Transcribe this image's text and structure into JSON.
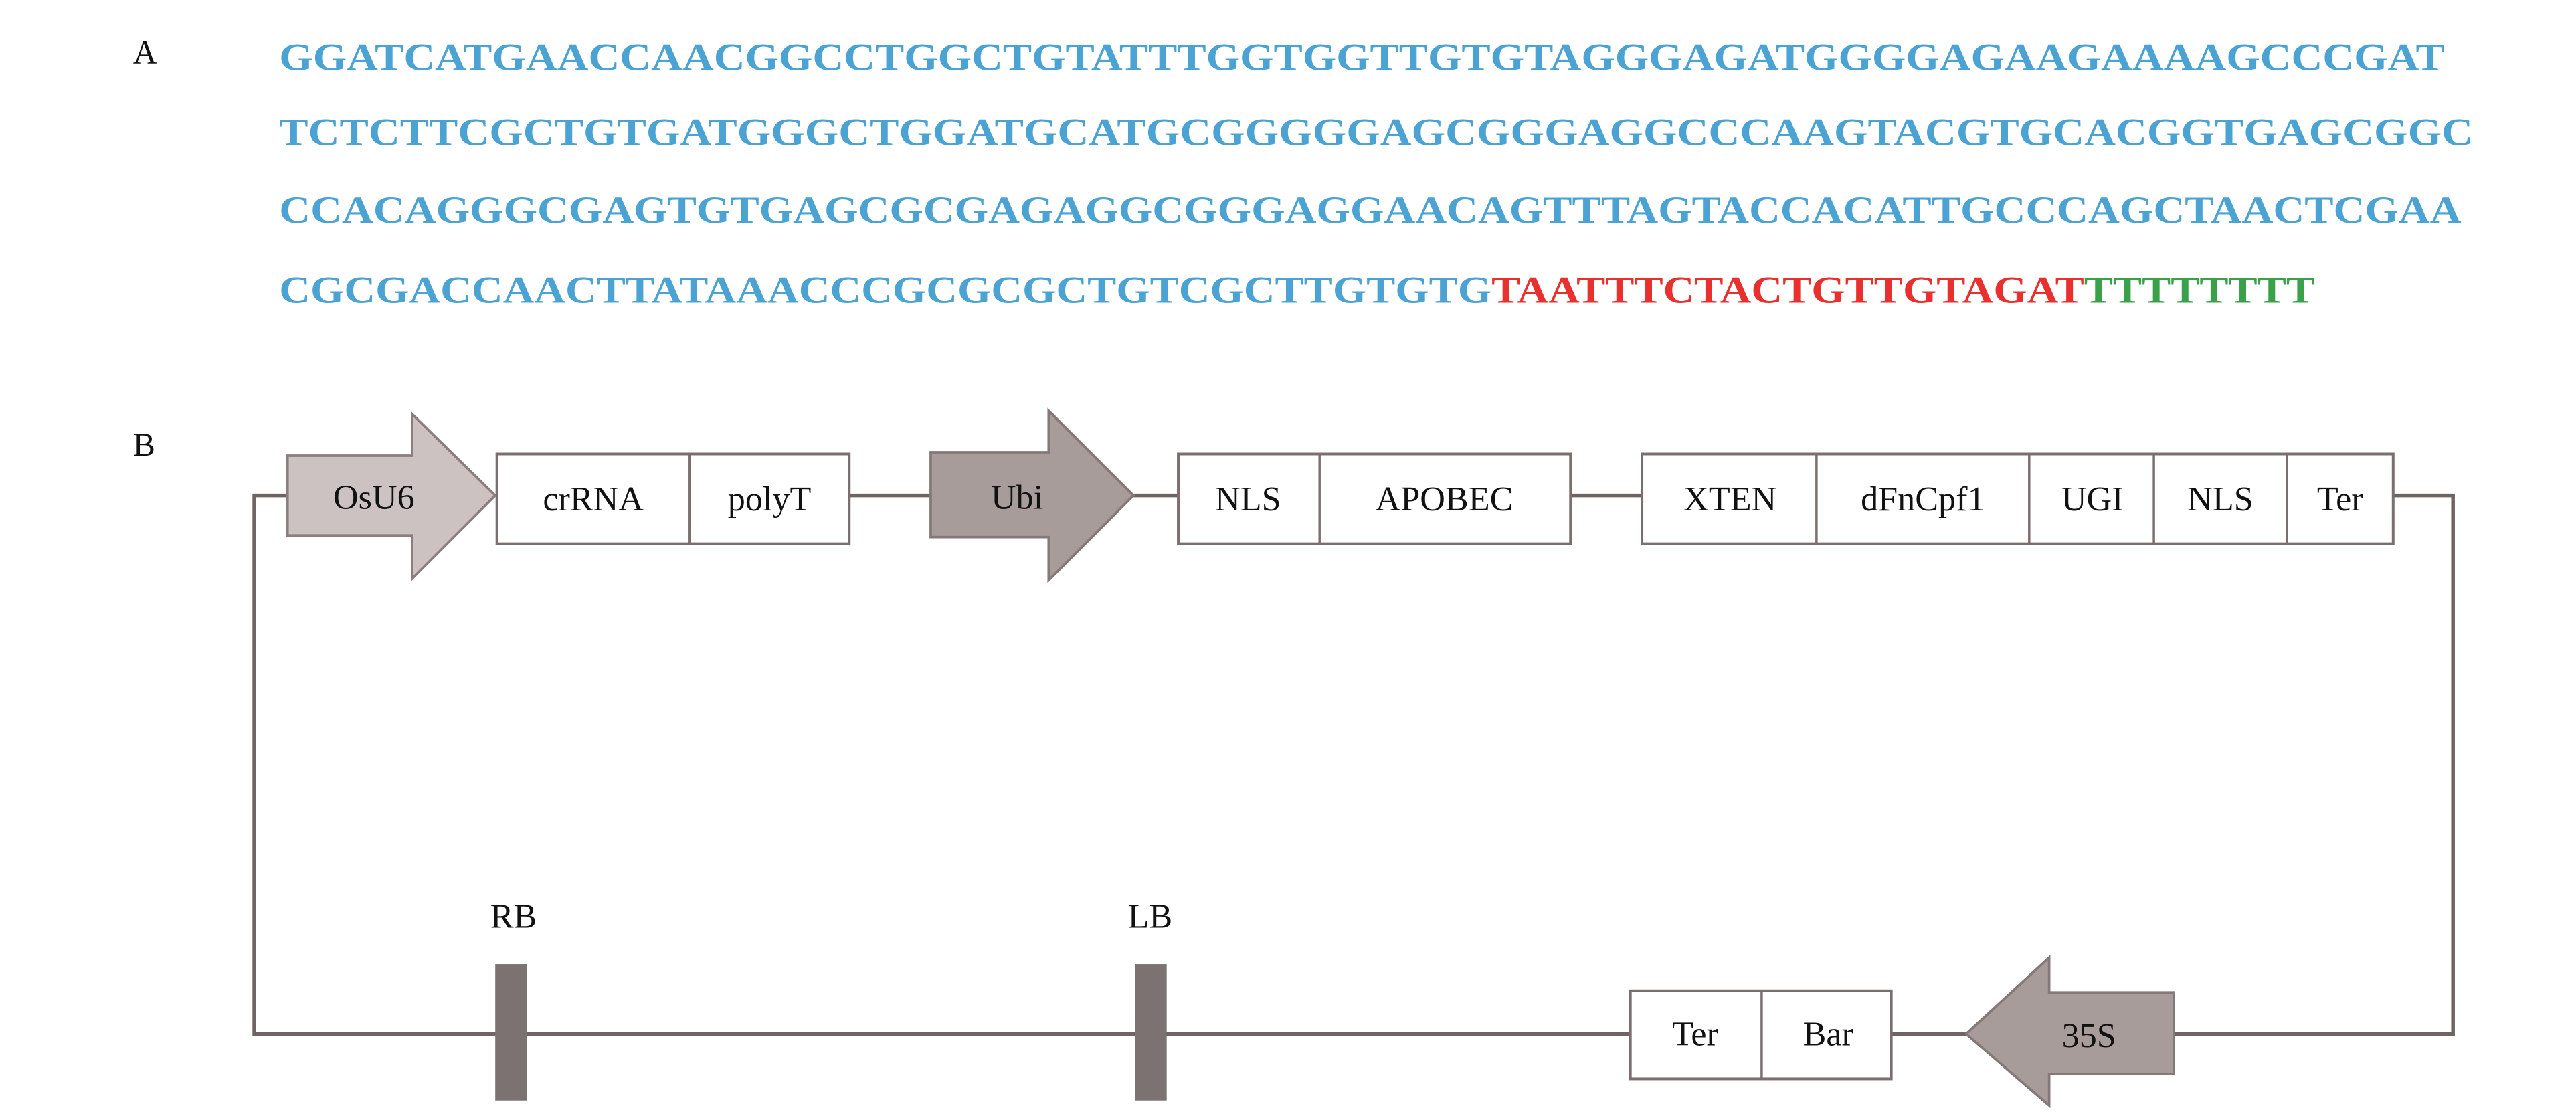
{
  "figure": {
    "panel_a_label": "A",
    "panel_b_label": "B"
  },
  "colors": {
    "sequence_blue": "#4ba3d3",
    "sequence_red": "#e8312f",
    "sequence_green": "#3aa04a",
    "promoter_light": "#cbc2c1",
    "promoter_dark": "#a89c9b",
    "line": "#6e6464",
    "border_block": "#7a6e6e"
  },
  "sequence": {
    "lines": [
      [
        {
          "text": "GGATCATGAACCAACGGCCTGGCTGTATTTGGTGGTTGTGTAGGGAGATGGGGAGAAGAAAAGCCCGAT",
          "color": "blue"
        }
      ],
      [
        {
          "text": "TCTCTTCGCTGTGATGGGCTGGATGCATGCGGGGGAGCGGGAGGCCCAAGTACGTGCACGGTGAGCGGC",
          "color": "blue"
        }
      ],
      [
        {
          "text": "CCACAGGGCGAGTGTGAGCGCGAGAGGCGGGAGGAACAGTTTAGTACCACATTGCCCAGCTAACTCGAA",
          "color": "blue"
        }
      ],
      [
        {
          "text": "CGCGACCAACTTATAAACCCGCGCGCTGTCGCTTGTGTG",
          "color": "blue"
        },
        {
          "text": "TAATTTCTACTGTTGTAGAT",
          "color": "red"
        },
        {
          "text": "TTTTTTTT",
          "color": "green"
        }
      ]
    ]
  },
  "construct": {
    "top_row": {
      "promoter_1": "OsU6",
      "cassette_1": [
        "crRNA",
        "polyT"
      ],
      "promoter_2": "Ubi",
      "cassette_2": [
        "NLS",
        "APOBEC"
      ],
      "cassette_3": [
        "XTEN",
        "dFnCpf1",
        "UGI",
        "NLS",
        "Ter"
      ]
    },
    "bottom_row": {
      "border_right": "RB",
      "border_left": "LB",
      "cassette": [
        "Ter",
        "Bar"
      ],
      "promoter": "35S"
    }
  }
}
